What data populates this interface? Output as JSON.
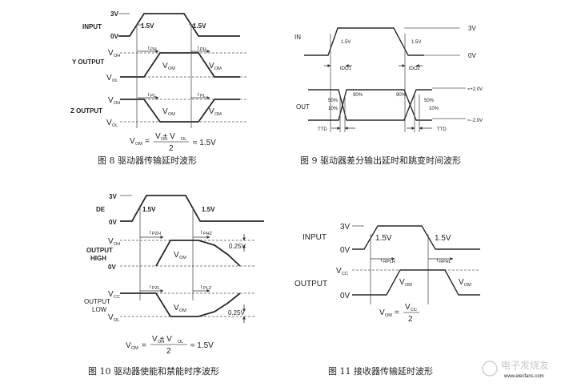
{
  "fig8": {
    "signals": [
      "INPUT",
      "Y OUTPUT",
      "Z OUTPUT"
    ],
    "level_3v": "3V",
    "level_0v": "0V",
    "level_1_5v": "1.5V",
    "voh": "V",
    "voh_sub": "OH",
    "vol": "V",
    "vol_sub": "OL",
    "vom": "V",
    "vom_sub": "OM",
    "t_ph": "t",
    "t_ph_sub": "PH",
    "t_ph2_sub": "PH",
    "t_pl": "t",
    "t_pl_sub": "PL",
    "t_pl2_sub": "PL",
    "formula_lhs": "V",
    "formula_lhs_sub": "OM",
    "formula_num": "V + V",
    "formula_num_sub1": "OH",
    "formula_num_sub2": "OL",
    "formula_den": "2",
    "formula_rhs": "≈ 1.5V",
    "caption": "图 8  驱动器传输延时波形"
  },
  "fig9": {
    "in_label": "IN",
    "out_label": "OUT",
    "level_3v": "3V",
    "level_0v": "0V",
    "level_1_5v": "1.5V",
    "pos_2v": "≈+2.0V",
    "neg_2v": "≈−2.0V",
    "pct_90": "90%",
    "pct_50": "50%",
    "pct_10": "10%",
    "tdo1": "tDO1",
    "tdo2": "tDO2",
    "ttd": "TTD",
    "caption": "图 9  驱动器差分输出延时和跳变时间波形"
  },
  "fig10": {
    "de_label": "DE",
    "out_high": [
      "OUTPUT",
      "HIGH"
    ],
    "out_low": [
      "OUTPUT",
      "LOW"
    ],
    "level_3v": "3V",
    "level_0v": "0V",
    "level_1_5v": "1.5V",
    "voh": "V",
    "voh_sub": "OH",
    "vcc": "V",
    "vcc_sub": "CC",
    "vol": "V",
    "vol_sub": "OL",
    "vom": "V",
    "vom_sub": "OM",
    "v025": "0.25V",
    "t_pzh": "t",
    "t_pzh_sub": "PZH",
    "t_phz": "t",
    "t_phz_sub": "PHZ",
    "t_pzl": "t",
    "t_pzl_sub": "PZL",
    "t_plz": "t",
    "t_plz_sub": "PLZ",
    "formula_lhs": "V",
    "formula_lhs_sub": "OM",
    "formula_num": "V + V",
    "formula_num_sub1": "OH",
    "formula_num_sub2": "OL",
    "formula_den": "2",
    "formula_rhs": "≈ 1.5V",
    "caption": "图 10  驱动器使能和禁能时序波形"
  },
  "fig11": {
    "input_label": "INPUT",
    "output_label": "OUTPUT",
    "level_3v": "3V",
    "level_0v": "0V",
    "level_1_5v": "1.5V",
    "vcc": "V",
    "vcc_sub": "CC",
    "vom": "V",
    "vom_sub": "OM",
    "t_plh": "t",
    "t_plh_sub": "RPLH",
    "t_phl": "t",
    "t_phl_sub": "RPHL",
    "formula_lhs": "V",
    "formula_lhs_sub": "OM",
    "formula_num": "V",
    "formula_num_sub": "CC",
    "formula_den": "2",
    "caption": "图 11  接收器传输延时波形"
  },
  "watermark": "电子发烧友",
  "watermark_url": "www.elecfans.com"
}
